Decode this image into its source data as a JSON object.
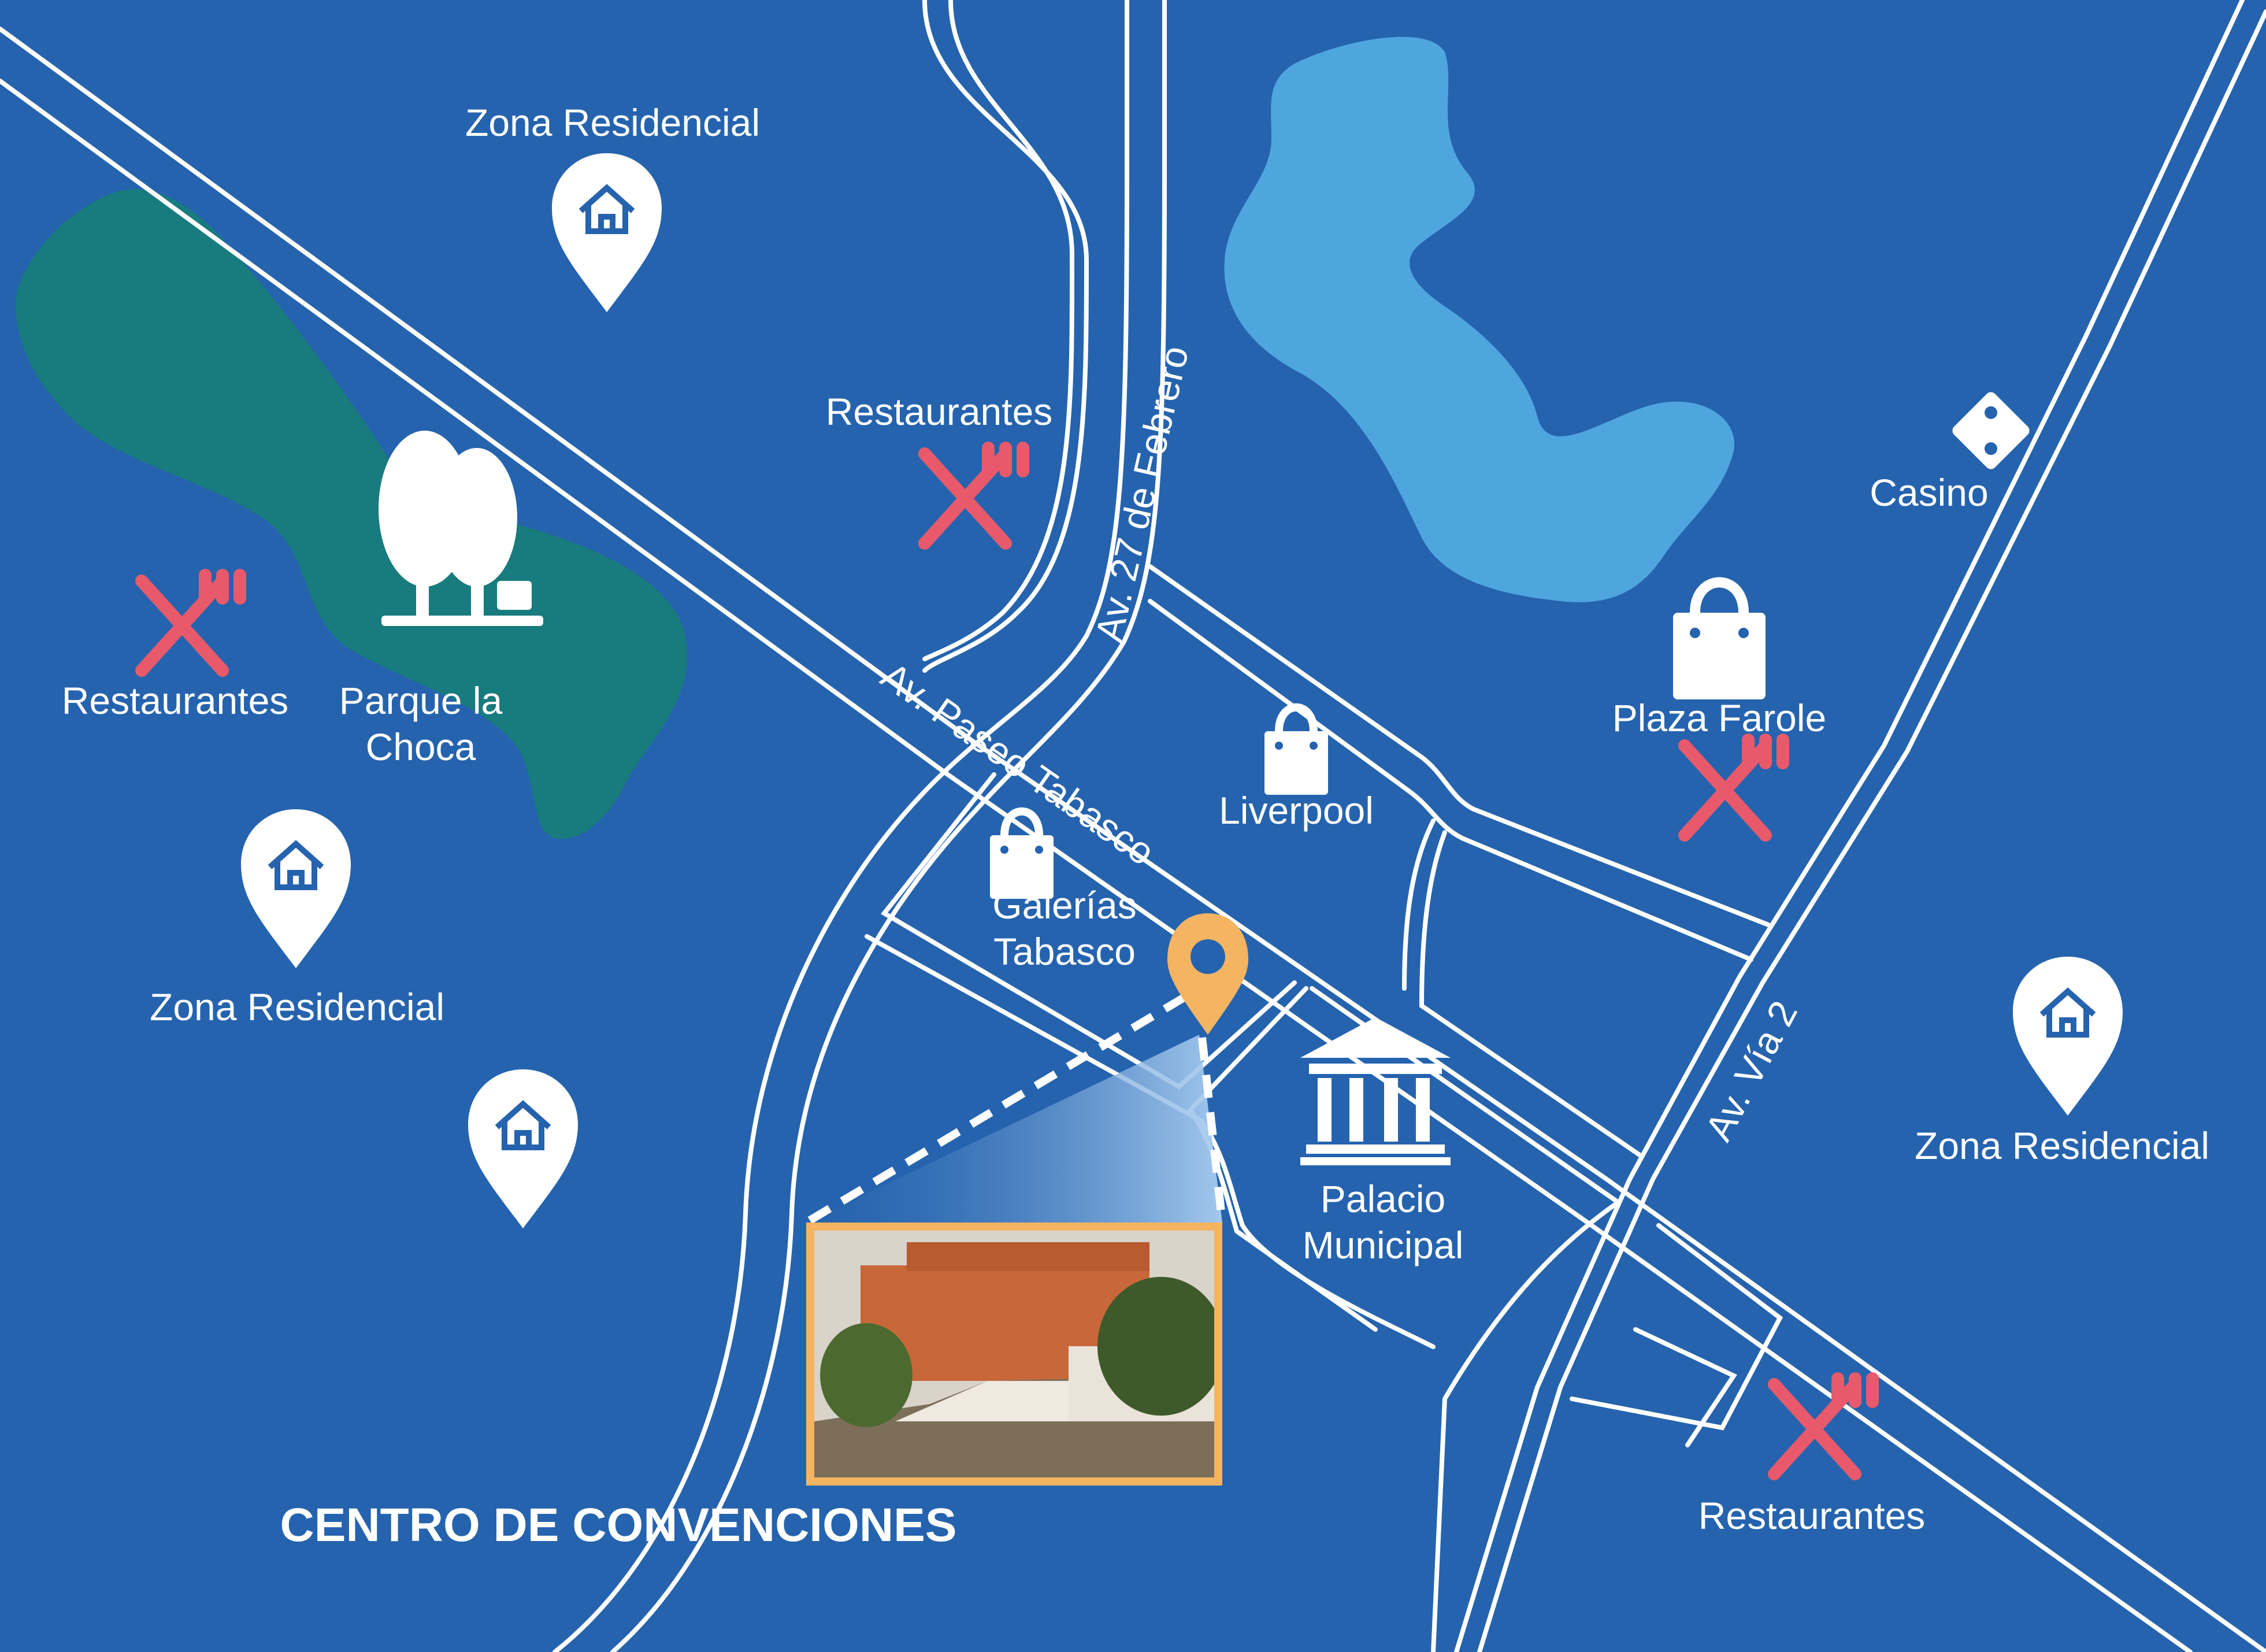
{
  "map": {
    "colors": {
      "background": "#2563AE",
      "road": "#FFFFFF",
      "park": "#187B7E",
      "lake": "#4FA6DF",
      "restaurant_icon": "#E85A6B",
      "pin_marker": "#F4B462",
      "icon": "#FFFFFF"
    },
    "streets": {
      "paseo_tabasco": "Av. Paseo Tabasco",
      "av_27_febrero": "Av. 27 de Febrero",
      "av_via_2": "Av. Vía 2"
    },
    "places": {
      "zona_residencial_top": "Zona Residencial",
      "restaurantes_top": "Restaurantes",
      "restaurantes_left": "Restaurantes",
      "parque": "Parque la Choca",
      "zona_residencial_left": "Zona Residencial",
      "casino": "Casino",
      "plaza_farole": "Plaza Farole",
      "liverpool": "Liverpool",
      "galerias": "Galerías Tabasco",
      "palacio": "Palacio Municipal",
      "zona_residencial_right": "Zona Residencial",
      "restaurantes_bottom": "Restaurantes"
    },
    "venue": {
      "title": "CENTRO DE CONVENCIONES"
    },
    "icons": [
      "house-pin-icon",
      "restaurant-icon",
      "trees-icon",
      "dice-icon",
      "shopping-bag-icon",
      "government-building-icon",
      "location-pin-icon"
    ]
  }
}
